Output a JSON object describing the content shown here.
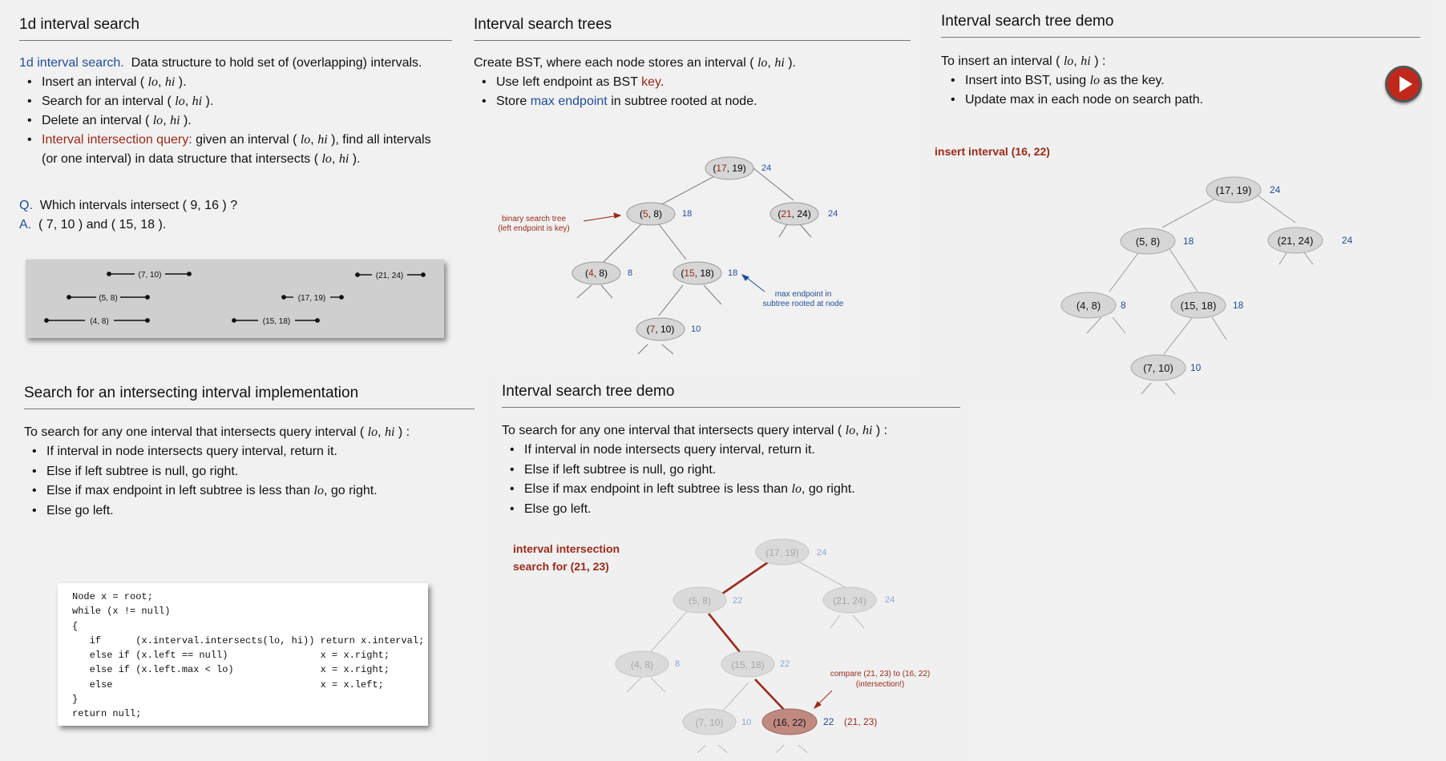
{
  "p1": {
    "title": "1d interval search",
    "intro_key": "1d interval search.",
    "intro_rest": "Data structure to hold set of (overlapping) intervals.",
    "b1a": "Insert an interval ( ",
    "b1b": "lo",
    "b1c": ", ",
    "b1d": "hi",
    "b1e": " ).",
    "b2a": "Search for an interval ( ",
    "b2b": "lo",
    "b2c": ", ",
    "b2d": "hi",
    "b2e": " ).",
    "b3a": "Delete an interval ( ",
    "b3b": "lo",
    "b3c": ", ",
    "b3d": "hi",
    "b3e": " ).",
    "b4_key": "Interval intersection query:",
    "b4a": " given an interval ( ",
    "b4b": "lo",
    "b4c": ", ",
    "b4d": "hi",
    "b4e": " ), find all intervals",
    "b4f": "(or one interval) in data structure that intersects ( ",
    "b4g": "lo",
    "b4h": ", ",
    "b4i": "hi",
    "b4j": " ).",
    "q_label": "Q.",
    "q_text": "Which intervals intersect ( 9,  16 ) ?",
    "a_label": "A.",
    "a_text": "( 7,  10 ) and ( 15,  18 ).",
    "intervals": [
      "(7, 10)",
      "(21, 24)",
      "(5, 8)",
      "(17, 19)",
      "(4, 8)",
      "(15, 18)"
    ]
  },
  "p2": {
    "title": "Interval search trees",
    "intro": "Create BST, where each node stores an interval ( ",
    "lo": "lo",
    "sep": ", ",
    "hi": "hi",
    "close": " ).",
    "b1a": "Use left endpoint as BST ",
    "b1b": "key",
    "b1c": ".",
    "b2a": "Store ",
    "b2b": "max endpoint",
    "b2c": " in subtree rooted at node.",
    "ann_left_1": "binary search tree",
    "ann_left_2": "(left endpoint is key)",
    "ann_right_1": "max endpoint in",
    "ann_right_2": "subtree rooted at node",
    "nodes": [
      {
        "lo": "17",
        "hi": ", 19)",
        "max": "24"
      },
      {
        "lo": "5",
        "hi": ", 8)",
        "max": "18"
      },
      {
        "lo": "21",
        "hi": ", 24)",
        "max": "24"
      },
      {
        "lo": "4",
        "hi": ", 8)",
        "max": "8"
      },
      {
        "lo": "15",
        "hi": ", 18)",
        "max": "18"
      },
      {
        "lo": "7",
        "hi": ", 10)",
        "max": "10"
      }
    ]
  },
  "p3": {
    "title": "Interval search tree demo",
    "intro_a": "To insert an interval ( ",
    "intro_b": "lo",
    "intro_c": ",  ",
    "intro_d": "hi",
    "intro_e": " ) :",
    "b1a": "Insert into BST, using ",
    "b1b": "lo",
    "b1c": " as the key.",
    "b2": "Update max in each node on search path.",
    "caption": "insert interval (16, 22)",
    "nodes": [
      {
        "label": "(17, 19)",
        "max": "24"
      },
      {
        "label": "(5, 8)",
        "max": "18"
      },
      {
        "label": "(21, 24)",
        "max": "24"
      },
      {
        "label": "(4, 8)",
        "max": "8"
      },
      {
        "label": "(15, 18)",
        "max": "18"
      },
      {
        "label": "(7, 10)",
        "max": "10"
      }
    ]
  },
  "p4": {
    "title": "Search for an intersecting interval implementation",
    "intro_a": "To search for any one interval that intersects query interval ( ",
    "intro_b": "lo",
    "intro_c": ",  ",
    "intro_d": "hi",
    "intro_e": " ) :",
    "b1": "If interval in node intersects query interval, return it.",
    "b2": "Else if left subtree is null, go right.",
    "b3a": "Else if max endpoint in left subtree is less than ",
    "b3b": "lo",
    "b3c": ", go right.",
    "b4": "Else go left.",
    "code": "Node x = root;\nwhile (x != null)\n{\n   if      (x.interval.intersects(lo, hi)) return x.interval;\n   else if (x.left == null)                x = x.right;\n   else if (x.left.max < lo)               x = x.right;\n   else                                    x = x.left;\n}\nreturn null;"
  },
  "p5": {
    "title": "Interval search tree demo",
    "intro_a": "To search for any one interval that intersects query interval ( ",
    "intro_b": "lo",
    "intro_c": ",  ",
    "intro_d": "hi",
    "intro_e": " ) :",
    "b1": "If interval in node intersects query interval, return it.",
    "b2": "Else if left subtree is null, go right.",
    "b3a": "Else if max endpoint in left subtree is less than ",
    "b3b": "lo",
    "b3c": ", go right.",
    "b4": "Else go left.",
    "caption_1": "interval intersection",
    "caption_2": "search for (21, 23)",
    "ann_1": "compare (21, 23) to (16, 22)",
    "ann_2": "(intersection!)",
    "query": "(21, 23)",
    "nodes": [
      {
        "label": "(17, 19)",
        "max": "24"
      },
      {
        "label": "(5, 8)",
        "max": "22"
      },
      {
        "label": "(21, 24)",
        "max": "24"
      },
      {
        "label": "(4, 8)",
        "max": "8"
      },
      {
        "label": "(15, 18)",
        "max": "22"
      },
      {
        "label": "(7, 10)",
        "max": "10"
      },
      {
        "label": "(16, 22)",
        "max": "22"
      }
    ]
  },
  "colors": {
    "blue": "#1f4e9a",
    "red": "#9a2a1a",
    "node": "#d6d6d6",
    "highlight": "#c08a80"
  }
}
